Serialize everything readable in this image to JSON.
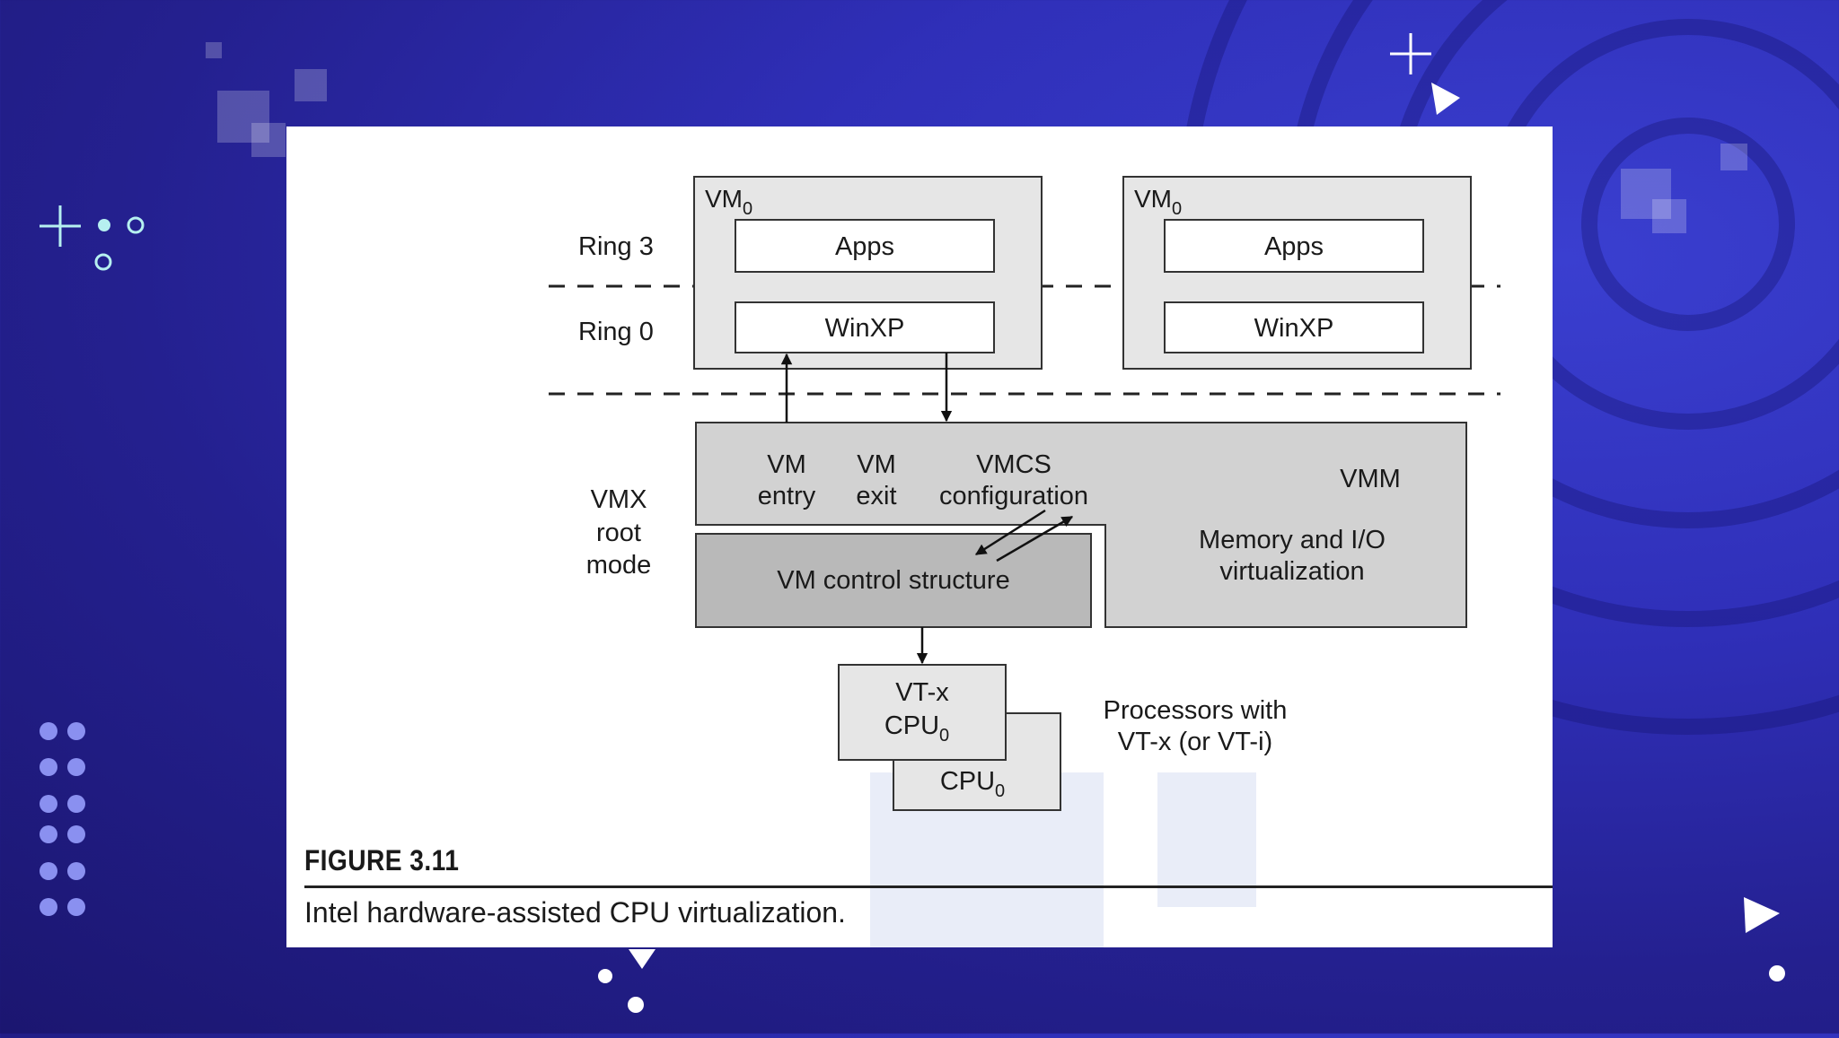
{
  "figure": {
    "label": "FIGURE 3.11",
    "caption": "Intel hardware-assisted CPU virtualization."
  },
  "diagram": {
    "ring3": "Ring 3",
    "ring0": "Ring 0",
    "vmx_line1": "VMX",
    "vmx_line2": "root",
    "vmx_line3": "mode",
    "vm_left": {
      "name": "VM",
      "sub": "0",
      "apps": "Apps",
      "os": "WinXP"
    },
    "vm_right": {
      "name": "VM",
      "sub": "0",
      "apps": "Apps",
      "os": "WinXP"
    },
    "vm_entry_1": "VM",
    "vm_entry_2": "entry",
    "vm_exit_1": "VM",
    "vm_exit_2": "exit",
    "vmcs_1": "VMCS",
    "vmcs_2": "configuration",
    "vmm": "VMM",
    "mem_1": "Memory and I/O",
    "mem_2": "virtualization",
    "vm_control": "VM control structure",
    "vtx_1": "VT-x",
    "vtx_2": "CPU",
    "vtx_sub": "0",
    "cpu": "CPU",
    "cpu_sub": "0",
    "proc_1": "Processors with",
    "proc_2": "VT-x (or VT-i)"
  },
  "colors": {
    "box_light": "#e6e6e6",
    "box_vmm": "#d2d2d2",
    "box_control": "#b9b9b9"
  }
}
